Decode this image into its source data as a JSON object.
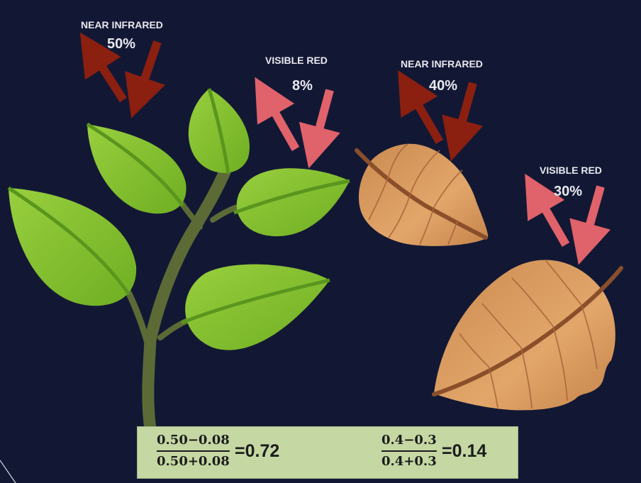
{
  "labels": {
    "nir_healthy": {
      "title": "NEAR INFRARED",
      "value": "50%"
    },
    "red_healthy": {
      "title": "VISIBLE RED",
      "value": "8%"
    },
    "nir_dead": {
      "title": "NEAR INFRARED",
      "value": "40%"
    },
    "red_dead": {
      "title": "VISIBLE RED",
      "value": "30%"
    }
  },
  "formulas": {
    "healthy": {
      "numerator": "0.50−0.08",
      "denominator": "0.50+0.08",
      "result": "=0.72"
    },
    "dead": {
      "numerator": "0.4−0.3",
      "denominator": "0.4+0.3",
      "result": "=0.14"
    }
  },
  "colors": {
    "background": "#121834",
    "near_infrared_arrow": "#8b1f10",
    "visible_red_arrow": "#e0626a",
    "healthy_leaf": "#8cc63e",
    "dead_leaf": "#d9975a",
    "formula_box": "#c5d8a3"
  }
}
